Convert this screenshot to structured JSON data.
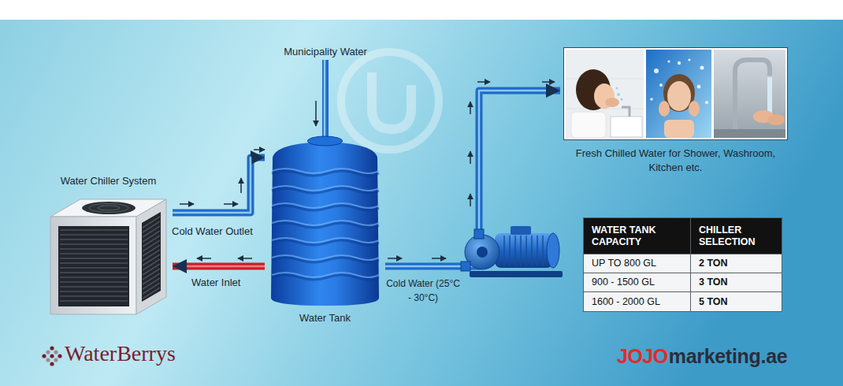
{
  "diagram": {
    "nodes": [
      {
        "text": [
          "Water Chiller System"
        ]
      },
      {
        "text": [
          "Water Tank"
        ]
      },
      {
        "text": [
          "Fresh Chilled Water for Shower, Washroom, Kitchen etc."
        ]
      }
    ],
    "edges": [
      {
        "from": 0,
        "to": 1,
        "arrow": "to",
        "label": "Cold Water Outlet"
      },
      {
        "from": 1,
        "to": 0,
        "arrow": "to",
        "label": "Water Inlet"
      },
      {
        "from": 1,
        "to": 2,
        "arrow": "to",
        "label": "Cold Water (25°C - 30°C)"
      }
    ],
    "labels": [
      "Municipality Water",
      "WATER TANK CAPACITY",
      "CHILLER SELECTION",
      "UP TO 800 GL",
      "2 TON",
      "900 - 1500 GL",
      "3 TON",
      "1600 - 2000 GL",
      "5 TON",
      "WaterBerrys",
      "JOJO",
      "marketing.ae"
    ]
  }
}
